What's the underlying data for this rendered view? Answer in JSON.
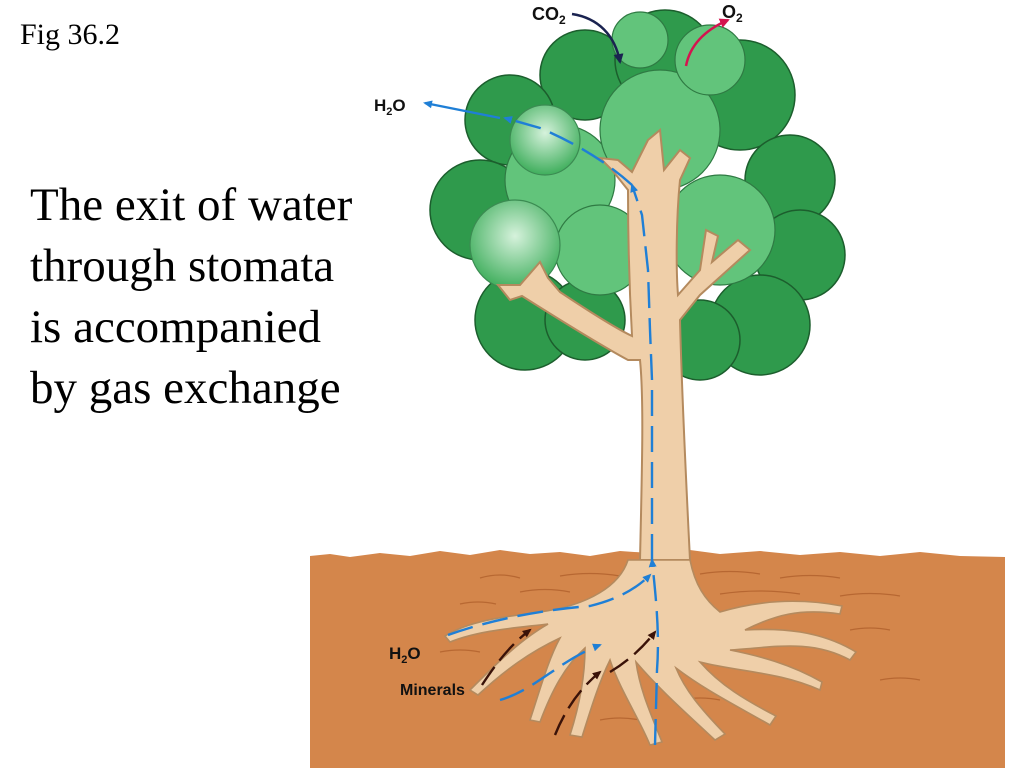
{
  "figure_label": "Fig 36.2",
  "caption_lines": [
    "The exit of water",
    "through stomata",
    "is accompanied",
    "by gas exchange"
  ],
  "labels": {
    "co2": {
      "main": "CO",
      "sub": "2"
    },
    "o2": {
      "main": "O",
      "sub": "2"
    },
    "h2o_leaf": {
      "pre": "H",
      "sub": "2",
      "post": "O"
    },
    "h2o_root": {
      "pre": "H",
      "sub": "2",
      "post": "O"
    },
    "minerals": "Minerals"
  },
  "colors": {
    "water_arrow": "#1f7fd6",
    "co2_arrow": "#1a2350",
    "o2_arrow": "#d4144f",
    "mineral_arrow": "#3a1208",
    "foliage_dark": "#2f9a4c",
    "foliage_light": "#6ccb83",
    "trunk": "#efcfa9",
    "soil": "#d4864b"
  }
}
